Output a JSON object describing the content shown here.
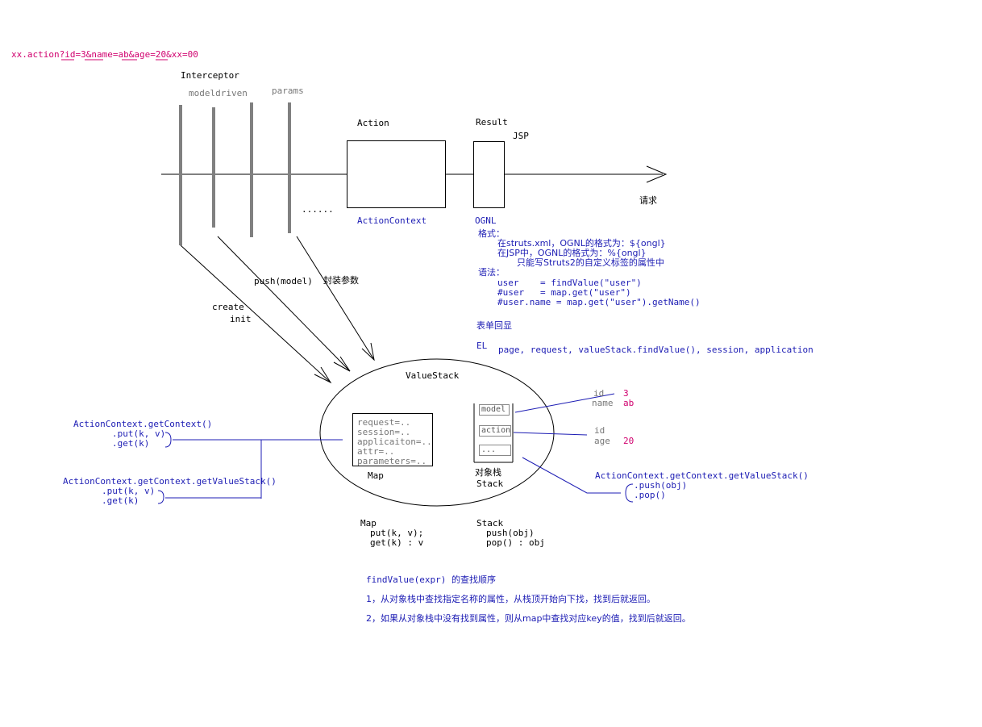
{
  "url": {
    "prefix": "xx.action?",
    "id": "id",
    "eq1": "=3&",
    "name": "name",
    "eq2": "=ab&",
    "age": "age",
    "eq3": "=20&",
    "xx": "xx",
    "eq4": "=00"
  },
  "interceptor": {
    "title": "Interceptor",
    "modeldriven": "modeldriven",
    "params": "params",
    "dots": "......"
  },
  "action": {
    "title": "Action",
    "context": "ActionContext"
  },
  "result": {
    "title": "Result",
    "jsp": "JSP",
    "ognl": "OGNL"
  },
  "request_label": "请求",
  "arrows": {
    "create": "create",
    "init": "init",
    "push": "push(model)",
    "encapsulate": "封装参数"
  },
  "ognl_notes": {
    "format_title": "格式：",
    "format_line1": "在struts.xml，OGNL的格式为：${ongl}",
    "format_line2": "在JSP中，OGNL的格式为：%{ongl}",
    "format_line3": "只能写Struts2的自定义标签的属性中",
    "syntax_title": "语法：",
    "syntax_line1": "user    = findValue(\"user\")",
    "syntax_line2": "#user   = map.get(\"user\")",
    "syntax_line3": "#user.name = map.get(\"user\").getName()",
    "form_echo": "表单回显",
    "el_label": "EL",
    "el_scopes": "page, request, valueStack.findValue(), session, application"
  },
  "valuestack": {
    "title": "ValueStack",
    "map_items": [
      "request=..",
      "session=..",
      "applicaiton=..",
      "attr=..",
      "parameters=.."
    ],
    "map_label": "Map",
    "stack_cells": [
      "model",
      "action",
      "..."
    ],
    "stack_label_cn": "对象栈",
    "stack_label": "Stack"
  },
  "model_props": {
    "id_key": "id",
    "id_val": "3",
    "name_key": "name",
    "name_val": "ab"
  },
  "action_props": {
    "id_key": "id",
    "age_key": "age",
    "age_val": "20"
  },
  "left_api1": {
    "call": "ActionContext.getContext()",
    "put": ".put(k, v)",
    "get": ".get(k)"
  },
  "left_api2": {
    "call": "ActionContext.getContext.getValueStack()",
    "put": ".put(k, v)",
    "get": ".get(k)"
  },
  "right_api": {
    "call": "ActionContext.getContext.getValueStack()",
    "push": ".push(obj)",
    "pop": ".pop()"
  },
  "map_api": {
    "title": "Map",
    "put": "put(k, v);",
    "get": "get(k) : v"
  },
  "stack_api": {
    "title": "Stack",
    "push": "push(obj)",
    "pop": "pop() : obj"
  },
  "findvalue": {
    "title": "findValue(expr) 的查找顺序",
    "step1": "1，从对象栈中查找指定名称的属性，从栈顶开始向下找，找到后就返回。",
    "step2": "2，如果从对象栈中没有找到属性，则从map中查找对应key的值，找到后就返回。"
  },
  "colors": {
    "blue": "#1d1db4",
    "pink": "#d0006e",
    "gray": "#777777"
  }
}
